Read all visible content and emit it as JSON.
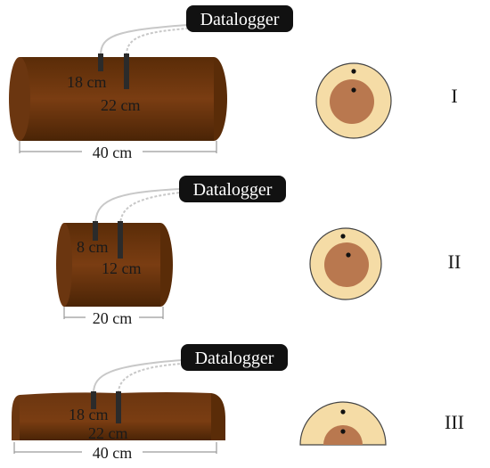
{
  "colors": {
    "log_dark": "#4a2406",
    "log_mid": "#7a3d12",
    "log_light": "#8f4d1c",
    "sapwood": "#f5dca6",
    "heartwood": "#b9784f",
    "datalogger_bg": "#111111",
    "dim_line": "#9a9a9a",
    "wire": "#bdbdbd"
  },
  "panels": [
    {
      "id": "I",
      "roman": "I",
      "datalogger_label": "Datalogger",
      "probe_labels": [
        "18 cm",
        "22 cm"
      ],
      "length_label": "40 cm",
      "cross_section": "full-circle"
    },
    {
      "id": "II",
      "roman": "II",
      "datalogger_label": "Datalogger",
      "probe_labels": [
        "8 cm",
        "12 cm"
      ],
      "length_label": "20 cm",
      "cross_section": "full-circle"
    },
    {
      "id": "III",
      "roman": "III",
      "datalogger_label": "Datalogger",
      "probe_labels": [
        "18 cm",
        "22 cm"
      ],
      "length_label": "40 cm",
      "cross_section": "half-circle"
    }
  ]
}
